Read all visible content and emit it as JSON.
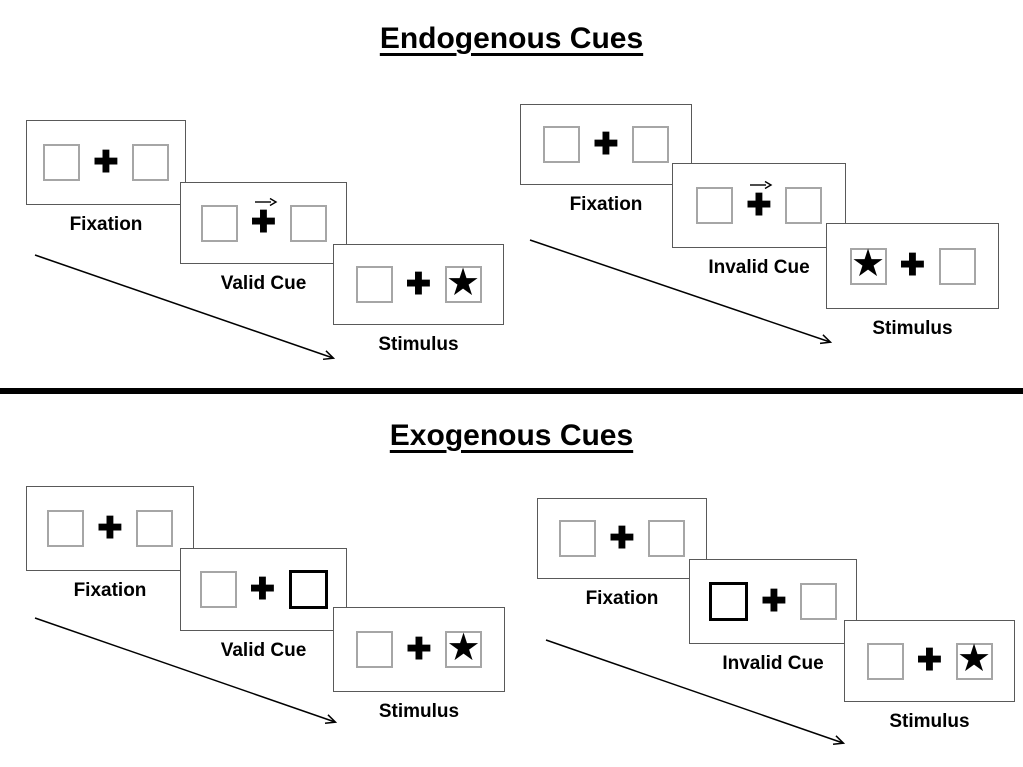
{
  "colors": {
    "background": "#ffffff",
    "ink": "#000000",
    "divider": "#000000",
    "card_border": "#595959",
    "box_border": "#a6a6a6",
    "highlight_border": "#000000"
  },
  "glyphs": {
    "plus": "✚",
    "star": "★"
  },
  "sections": [
    {
      "title": "Endogenous Cues",
      "panels": [
        {
          "name": "valid-cue-sequence",
          "steps": [
            {
              "label": "Fixation",
              "left_box": "empty",
              "fixation_mark": "plus",
              "cue": "none",
              "right_box": "empty"
            },
            {
              "label": "Valid Cue",
              "left_box": "empty",
              "fixation_mark": "plus",
              "cue": "arrow-pointing-right",
              "right_box": "empty"
            },
            {
              "label": "Stimulus",
              "left_box": "empty",
              "fixation_mark": "plus",
              "cue": "none",
              "right_box": "star"
            }
          ]
        },
        {
          "name": "invalid-cue-sequence",
          "steps": [
            {
              "label": "Fixation",
              "left_box": "empty",
              "fixation_mark": "plus",
              "cue": "none",
              "right_box": "empty"
            },
            {
              "label": "Invalid Cue",
              "left_box": "empty",
              "fixation_mark": "plus",
              "cue": "arrow-pointing-right",
              "right_box": "empty"
            },
            {
              "label": "Stimulus",
              "left_box": "star",
              "fixation_mark": "plus",
              "cue": "none",
              "right_box": "empty"
            }
          ]
        }
      ]
    },
    {
      "title": "Exogenous Cues",
      "panels": [
        {
          "name": "valid-cue-sequence",
          "steps": [
            {
              "label": "Fixation",
              "left_box": "empty",
              "fixation_mark": "plus",
              "cue": "none",
              "right_box": "empty"
            },
            {
              "label": "Valid Cue",
              "left_box": "empty",
              "fixation_mark": "plus",
              "cue": "highlighted-right-box",
              "right_box": "empty-highlighted"
            },
            {
              "label": "Stimulus",
              "left_box": "empty",
              "fixation_mark": "plus",
              "cue": "none",
              "right_box": "star"
            }
          ]
        },
        {
          "name": "invalid-cue-sequence",
          "steps": [
            {
              "label": "Fixation",
              "left_box": "empty",
              "fixation_mark": "plus",
              "cue": "none",
              "right_box": "empty"
            },
            {
              "label": "Invalid Cue",
              "left_box": "empty-highlighted",
              "fixation_mark": "plus",
              "cue": "highlighted-left-box",
              "right_box": "empty"
            },
            {
              "label": "Stimulus",
              "left_box": "empty",
              "fixation_mark": "plus",
              "cue": "none",
              "right_box": "star"
            }
          ]
        }
      ]
    }
  ]
}
